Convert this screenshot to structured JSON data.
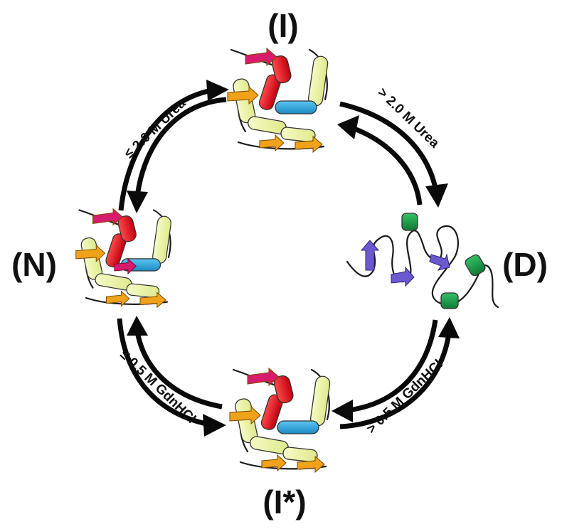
{
  "states": {
    "I": "(I)",
    "N": "(N)",
    "D": "(D)",
    "I_star": "(I*)"
  },
  "conditions": {
    "top_left": "≤ 2.0 M Urea",
    "top_right": "> 2.0 M Urea",
    "bottom_left": "≤ 0.5 M GdnHCl",
    "bottom_right": "> 0.5 M GdnHCl"
  },
  "colors": {
    "helix_light": "#eef5a8",
    "helix_red": "#e8141c",
    "helix_blue": "#2aa7e0",
    "strand_orange": "#f0a21a",
    "strand_magenta": "#d81b6a",
    "helix_green": "#1fa04a",
    "strand_purple": "#6a5acd",
    "arrow": "#0a0a0a"
  },
  "icons": {
    "structure_I": "protein-cartoon-folded-icon",
    "structure_N": "protein-cartoon-native-icon",
    "structure_D": "protein-cartoon-unfolded-icon",
    "structure_I_star": "protein-cartoon-intermediate-icon"
  }
}
